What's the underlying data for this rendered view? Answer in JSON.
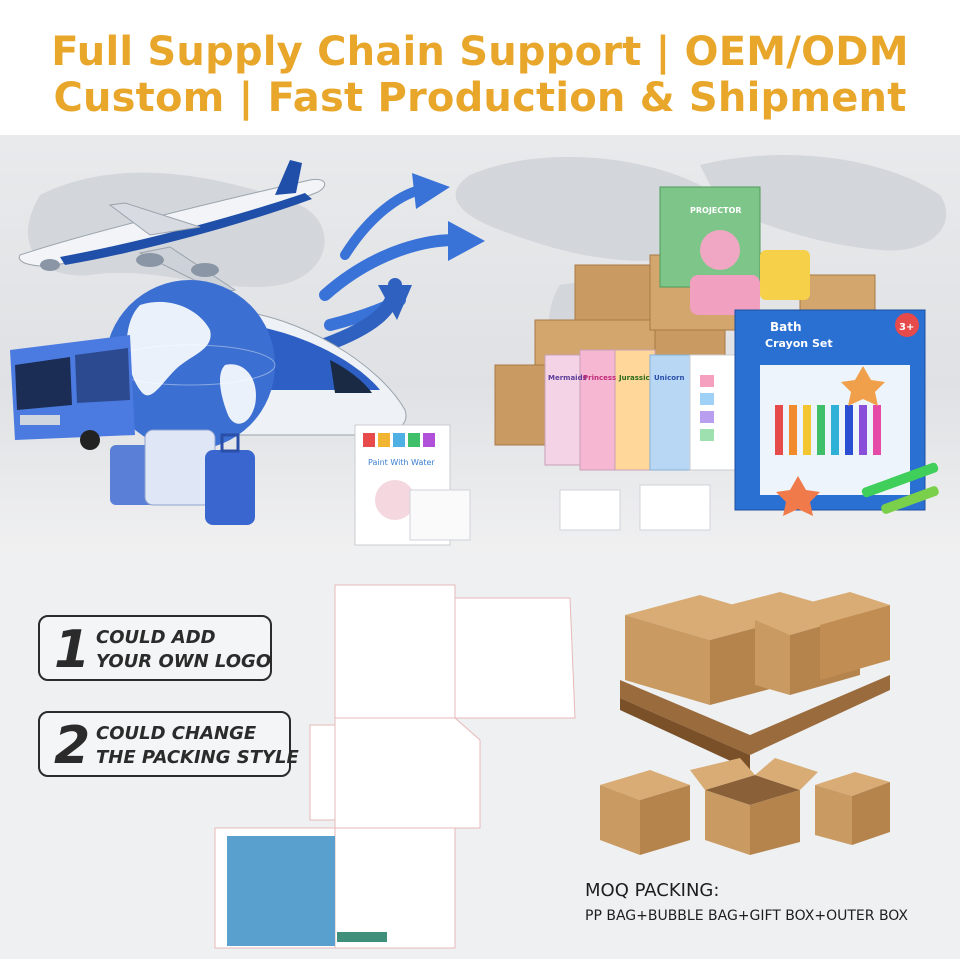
{
  "header": {
    "line1": "Full Supply Chain Support | OEM/ODM",
    "line2": "Custom | Fast Production & Shipment",
    "color": "#e8a72a"
  },
  "hero": {
    "icons": [
      "airplane-icon",
      "globe-icon",
      "bus-icon",
      "train-icon",
      "luggage-icon",
      "arrow-icon",
      "cardboard-box-icon"
    ],
    "products": {
      "projector": "PROJECTOR",
      "bath_title": "Bath",
      "bath_sub": "Crayon Set",
      "bath_age": "3+",
      "books": [
        "Mermaids",
        "Princess",
        "Jurassic",
        "Unicorn"
      ],
      "paint": "Paint With Water"
    }
  },
  "features": [
    {
      "num": "1",
      "line1": "COULD ADD",
      "line2": "YOUR OWN LOGO"
    },
    {
      "num": "2",
      "line1": "COULD CHANGE",
      "line2": "THE PACKING STYLE"
    }
  ],
  "moq": {
    "title": "MOQ PACKING:",
    "detail": "PP BAG+BUBBLE BAG+GIFT BOX+OUTER BOX"
  },
  "colors": {
    "box": "#c99a61",
    "box_dark": "#a97a45",
    "dieline_blue": "#5aa0cf"
  }
}
